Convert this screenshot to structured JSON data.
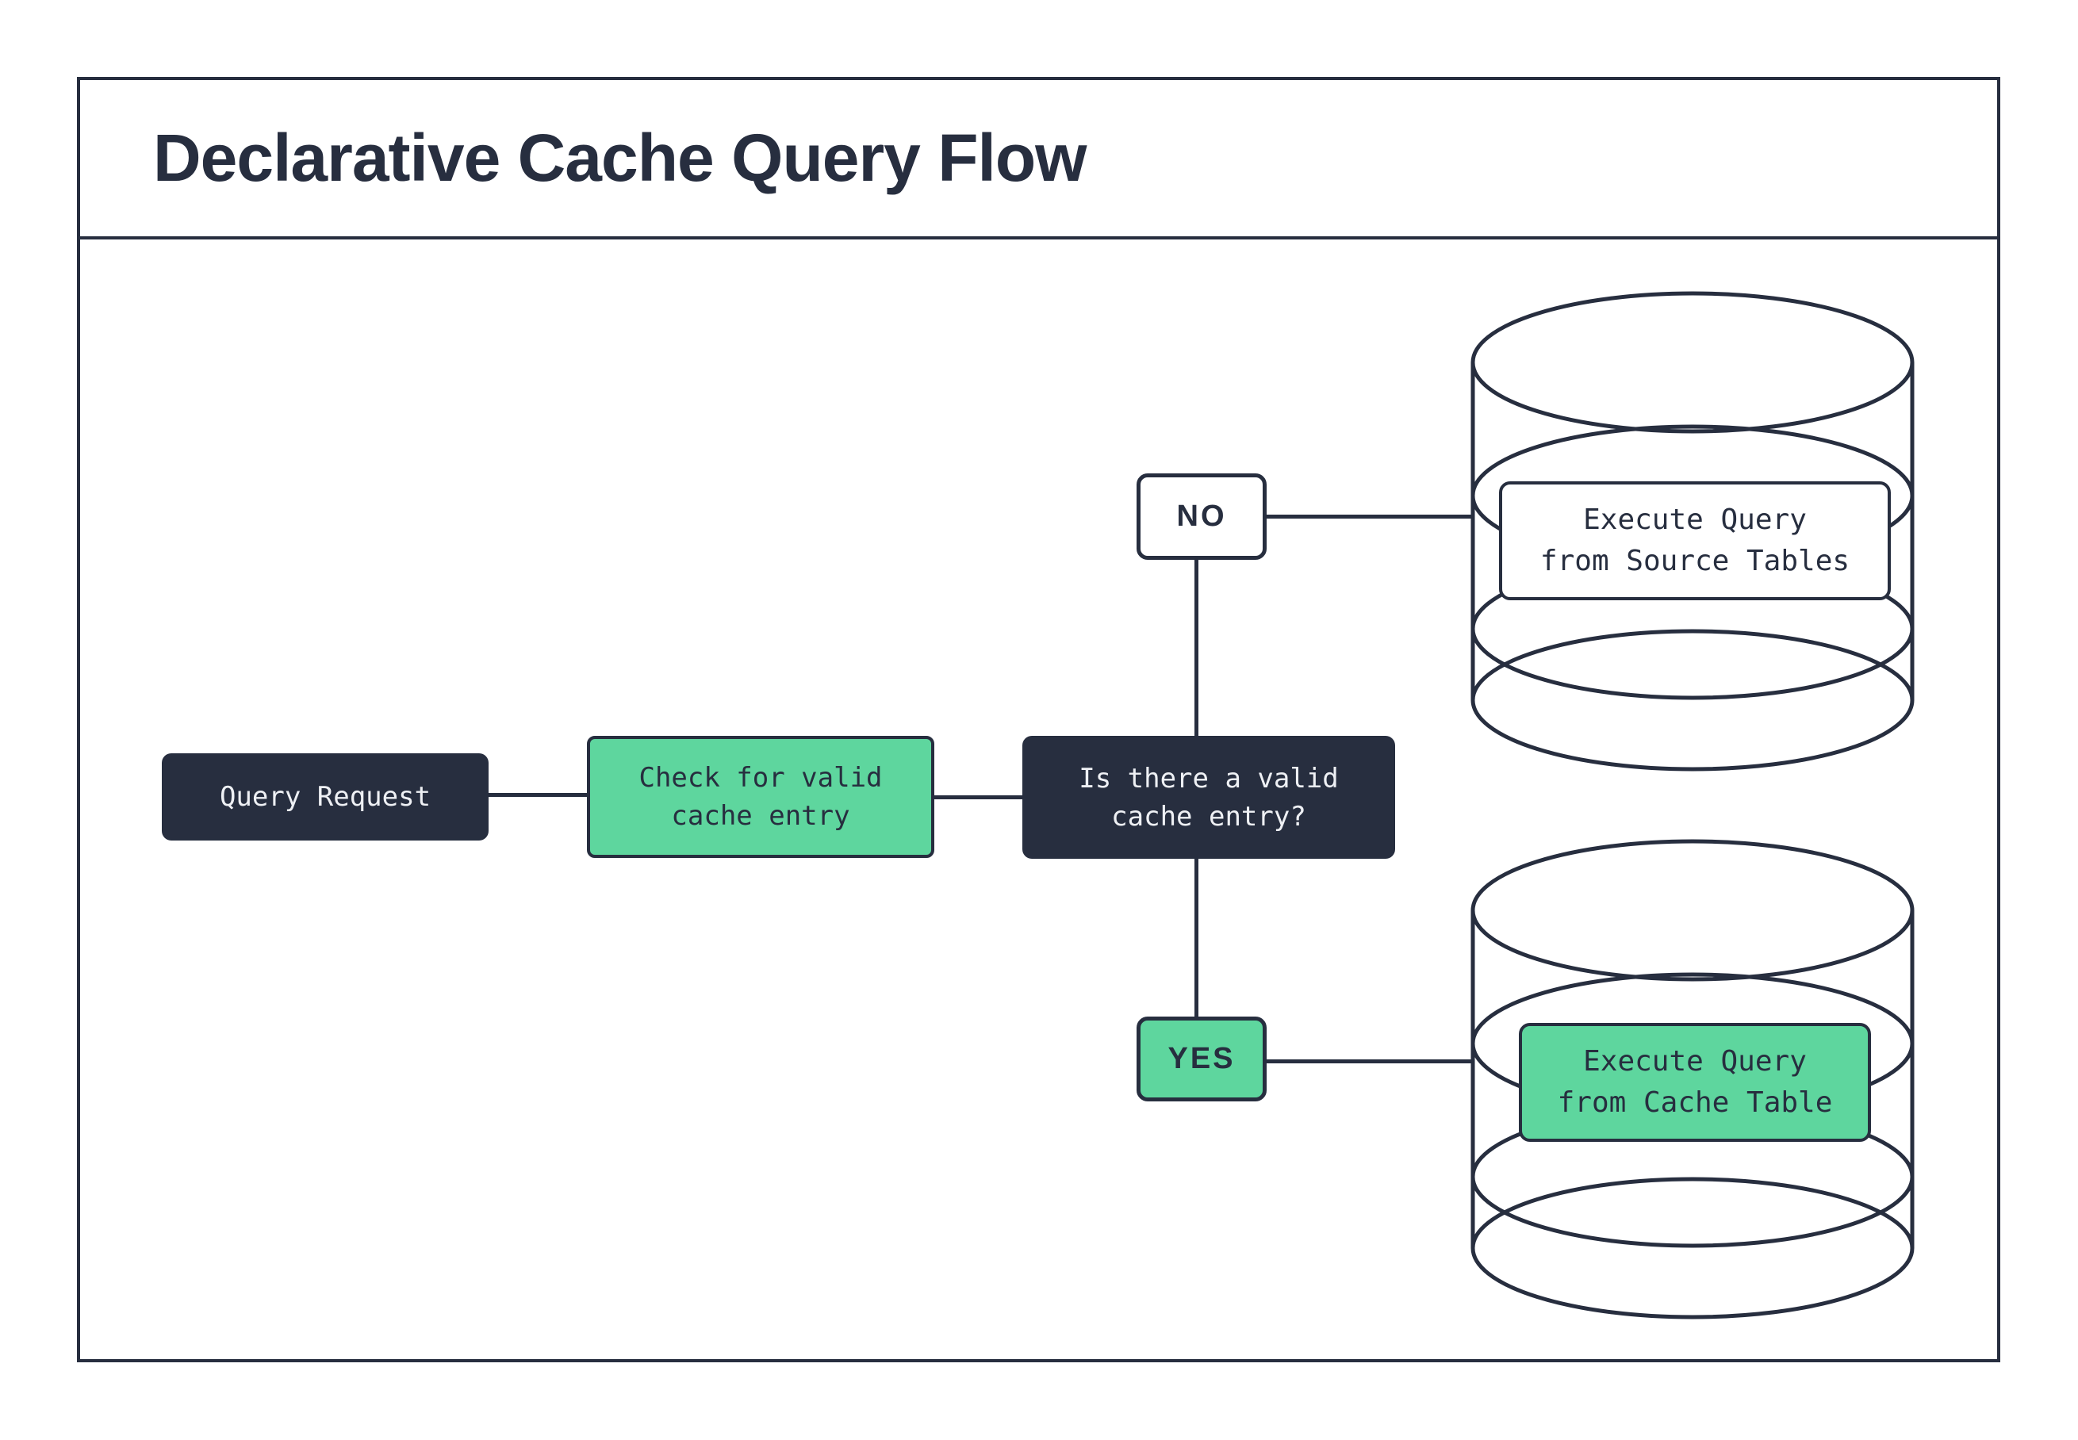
{
  "title": "Declarative Cache Query Flow",
  "colors": {
    "navy": "#272e3f",
    "green": "#5ed69e",
    "line": "#272e3f",
    "background": "#ffffff",
    "text-on-dark": "#eef0f4",
    "text-dark": "#272e3f"
  },
  "nodes": {
    "query_request": {
      "label": "Query Request"
    },
    "check_cache": {
      "lines": [
        "Check for valid",
        "cache entry"
      ]
    },
    "decision": {
      "lines": [
        "Is there a valid",
        "cache entry?"
      ]
    },
    "no_branch": {
      "label": "NO"
    },
    "yes_branch": {
      "label": "YES"
    },
    "source_db": {
      "lines": [
        "Execute Query",
        "from Source Tables"
      ]
    },
    "cache_db": {
      "lines": [
        "Execute Query",
        "from Cache Table"
      ]
    }
  }
}
